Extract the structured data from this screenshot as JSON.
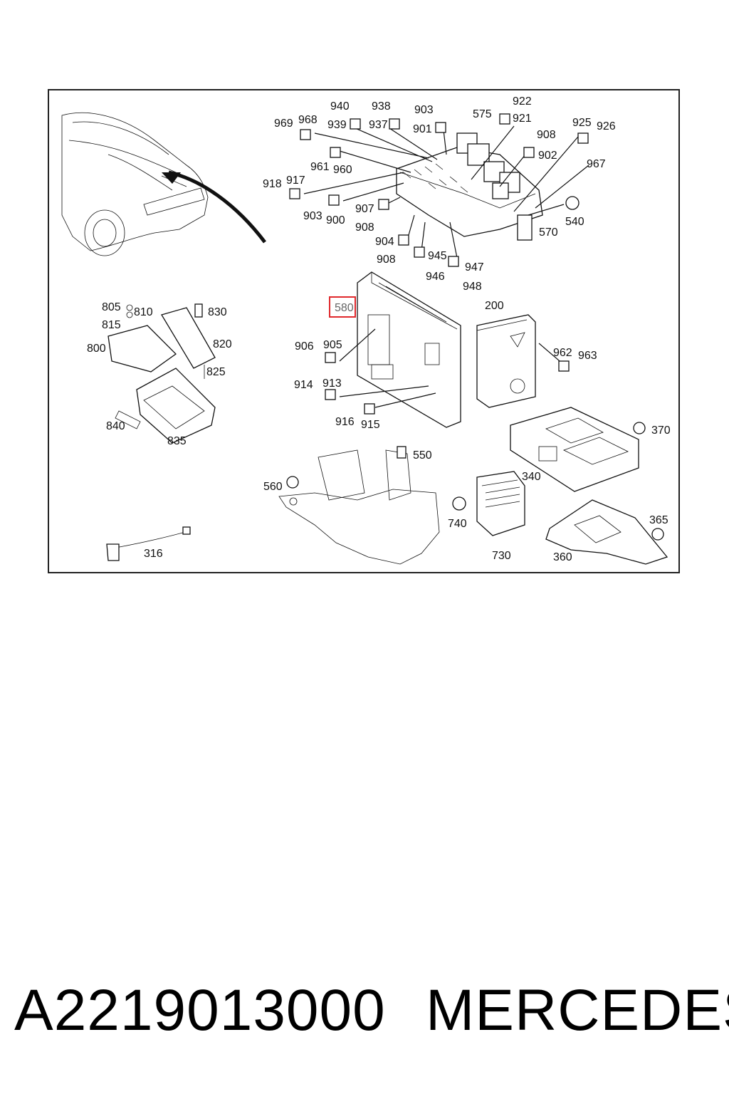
{
  "diagram": {
    "highlighted_callout": "580",
    "callouts": [
      "940",
      "938",
      "903",
      "575",
      "922",
      "969",
      "968",
      "939",
      "937",
      "901",
      "921",
      "908",
      "925",
      "926",
      "961",
      "960",
      "902",
      "918",
      "917",
      "967",
      "903",
      "900",
      "907",
      "540",
      "908",
      "570",
      "904",
      "908",
      "945",
      "947",
      "946",
      "948",
      "805",
      "810",
      "830",
      "815",
      "200",
      "800",
      "820",
      "906",
      "905",
      "962",
      "963",
      "825",
      "914",
      "913",
      "840",
      "835",
      "916",
      "915",
      "370",
      "550",
      "560",
      "340",
      "740",
      "365",
      "316",
      "730",
      "360"
    ]
  },
  "caption": {
    "part_number": "A2219013000",
    "brand": "MERCEDES"
  }
}
